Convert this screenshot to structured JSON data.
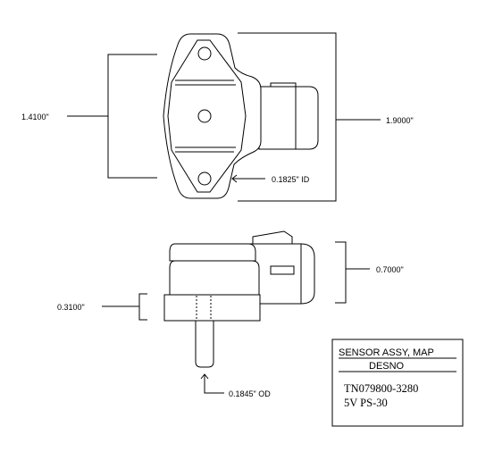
{
  "dimensions": {
    "height_left": "1.4100\"",
    "height_right": "1.9000\"",
    "mount_hole": "0.1825\" ID",
    "body_height": "0.7000\"",
    "flange_thickness": "0.3100\"",
    "port_diameter": "0.1845\" OD"
  },
  "title_block": {
    "line1": "SENSOR ASSY, MAP",
    "line2": "DESNO",
    "part_number": "TN079800-3280",
    "spec": "5V PS-30"
  },
  "colors": {
    "ink": "#000000",
    "paper": "#ffffff"
  }
}
